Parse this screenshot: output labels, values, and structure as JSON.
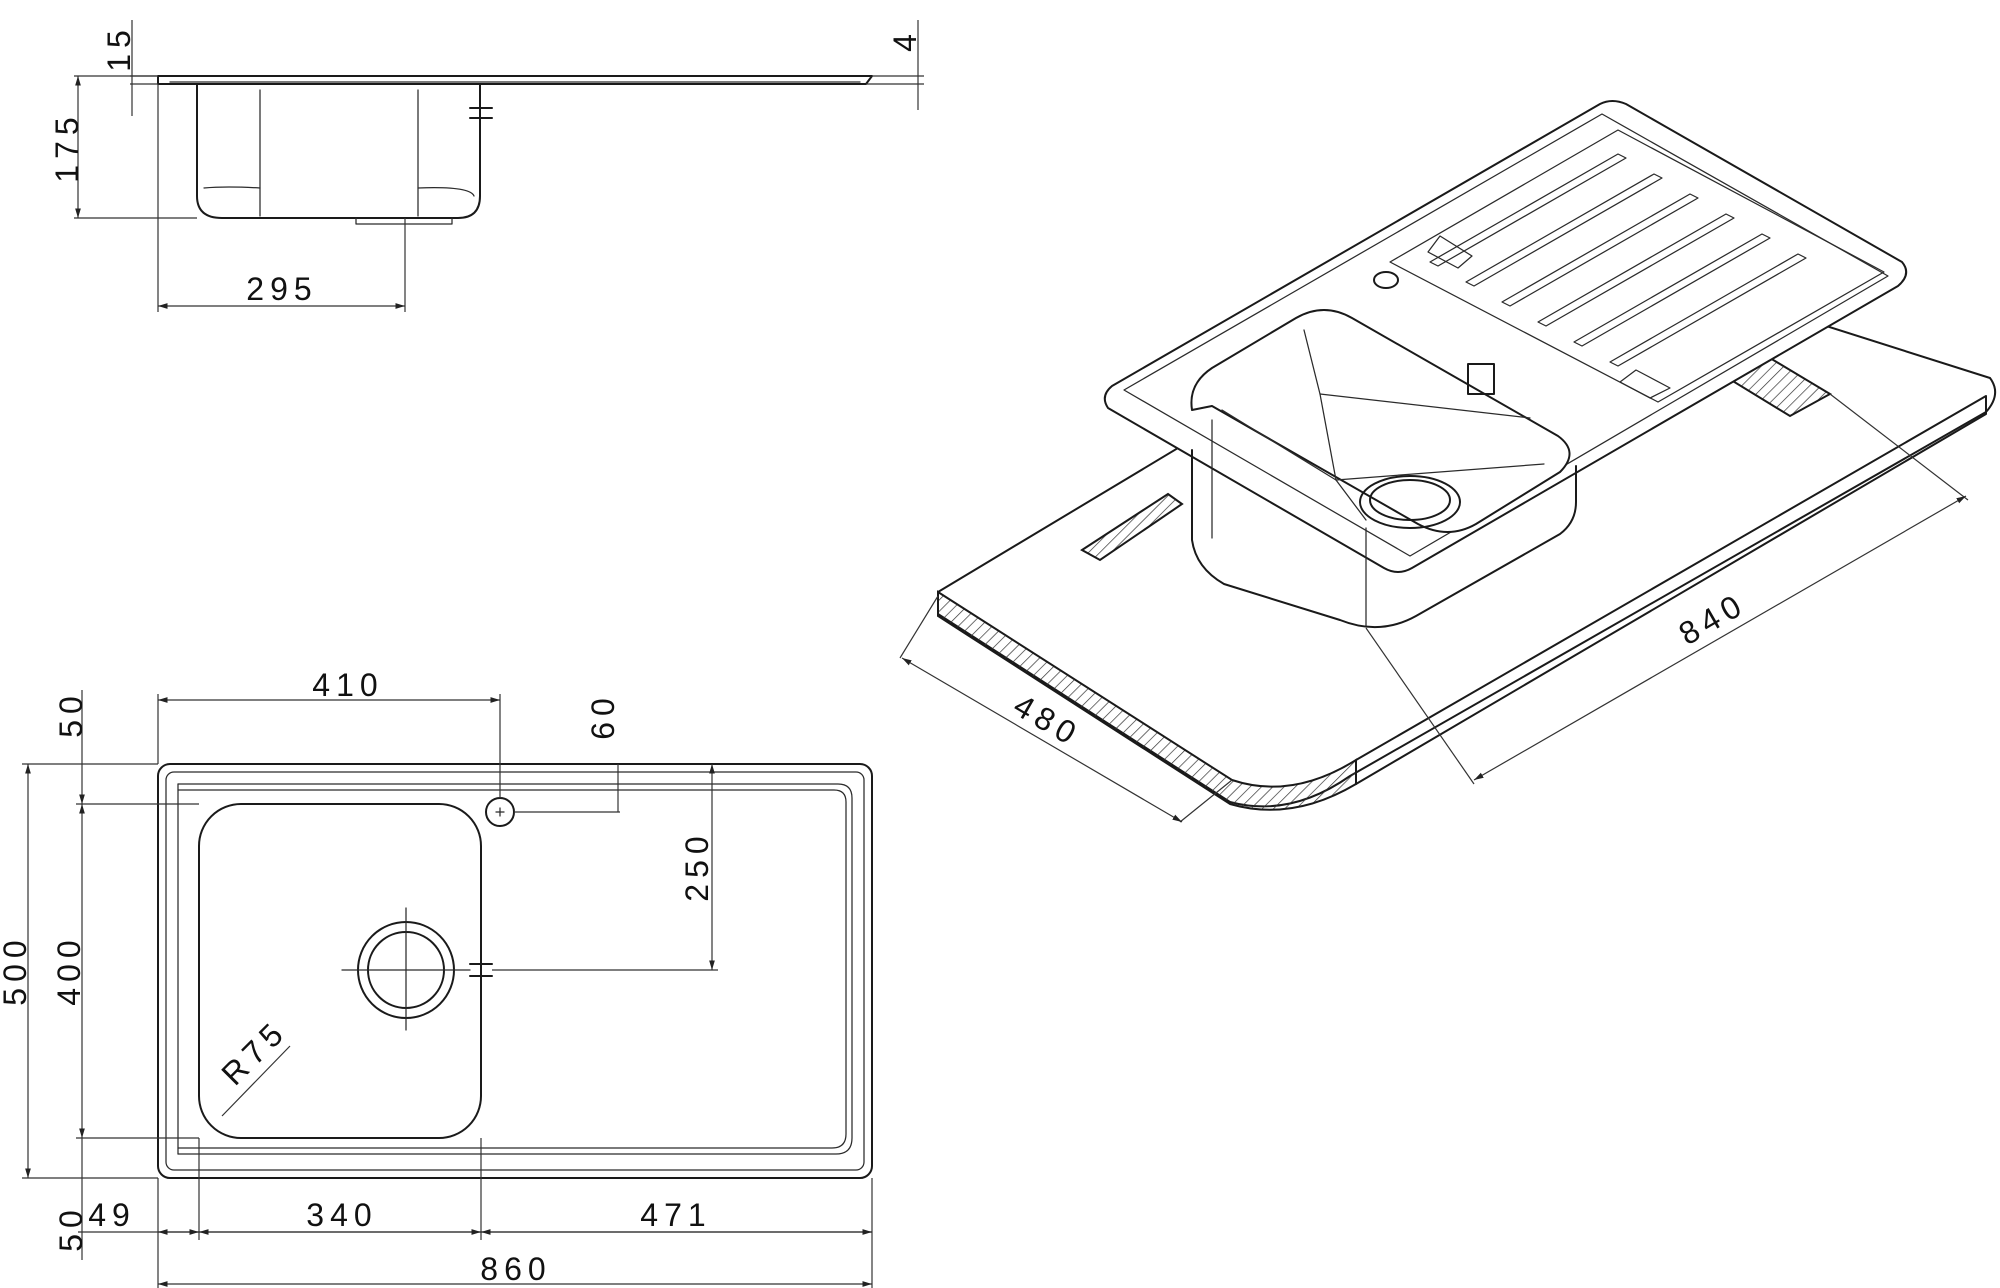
{
  "dimensions": {
    "side_lip_height": "15",
    "side_bowl_depth": "175",
    "side_bowl_width": "295",
    "side_rim_thickness": "4",
    "plan_tap_offset_x": "410",
    "plan_tap_offset_y": "60",
    "plan_top_margin": "50",
    "plan_drain_offset": "250",
    "plan_overall_depth": "500",
    "plan_bowl_depth": "400",
    "plan_bottom_margin": "50",
    "plan_left_margin": "49",
    "plan_bowl_width": "340",
    "plan_drainer_width": "471",
    "plan_overall_width": "860",
    "plan_corner_radius": "R75",
    "iso_cutout_depth": "480",
    "iso_cutout_width": "840"
  }
}
